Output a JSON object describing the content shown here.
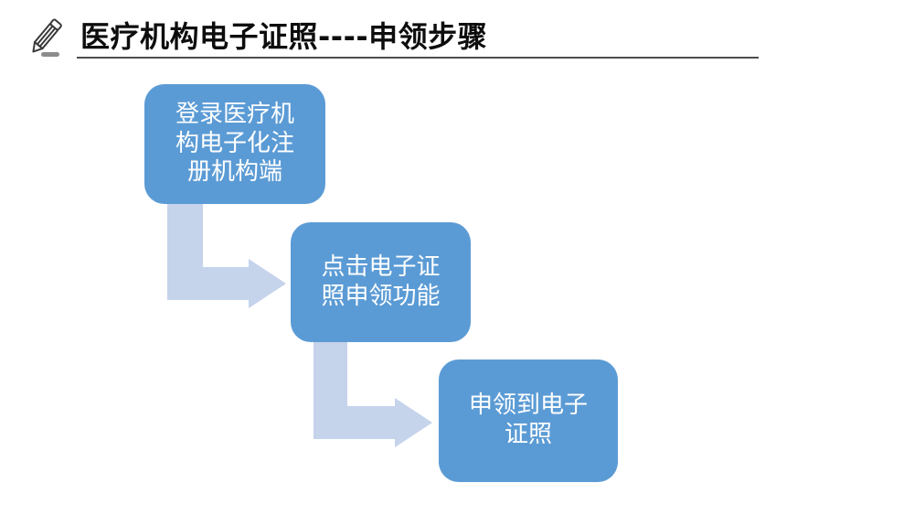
{
  "slide": {
    "title": "医疗机构电子证照----申领步骤",
    "title_icon": "pencil-icon"
  },
  "theme": {
    "background": "#FFFFFF",
    "box_color": "#5B9BD5",
    "arrow_color": "#C5D3EB",
    "box_text_color": "#FFFFFF",
    "title_color": "#0D0D0D",
    "divider_color": "#4D4D4D",
    "pencil_icon_color": "#3A3A3A",
    "pencil_dash_color": "#8C8C8C"
  },
  "flowchart": {
    "steps": [
      {
        "label": "登录医疗机\n构电子化注\n册机构端"
      },
      {
        "label": "点击电子证\n照申领功能"
      },
      {
        "label": "申领到电子\n证照"
      }
    ]
  }
}
